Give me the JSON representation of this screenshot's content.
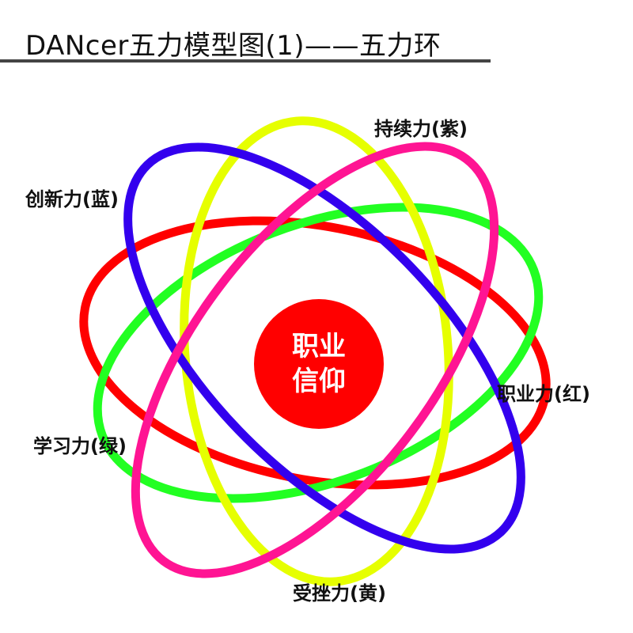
{
  "title": "DANcer五力模型图(1)——五力环",
  "core": {
    "line1": "职业",
    "line2": "信仰",
    "color": "#ff0000"
  },
  "rings": [
    {
      "label": "职业力(红)",
      "color": "#ff0000"
    },
    {
      "label": "学习力(绿)",
      "color": "#22ff22"
    },
    {
      "label": "受挫力(黄)",
      "color": "#e6ff00"
    },
    {
      "label": "创新力(蓝)",
      "color": "#3300ee"
    },
    {
      "label": "持续力(紫)",
      "color": "#ff1493"
    }
  ]
}
